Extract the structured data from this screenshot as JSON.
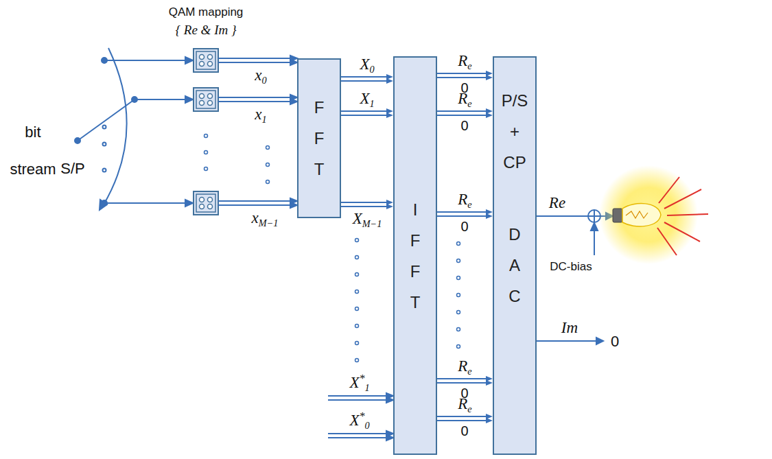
{
  "diagram": {
    "nodes": [
      {
        "text": [
          "F F T"
        ]
      },
      {
        "text": [
          "I F F T"
        ]
      },
      {
        "text": [
          "P/S + CP",
          "D A C"
        ]
      }
    ],
    "edges": [
      {
        "from": 0,
        "to": 1,
        "arrow": "to",
        "label": "X0"
      },
      {
        "from": 0,
        "to": 1,
        "arrow": "to",
        "label": "X1"
      },
      {
        "from": 0,
        "to": 1,
        "arrow": "to",
        "label": "XM−1"
      },
      {
        "from": 1,
        "to": 2,
        "arrow": "to",
        "label": "Re"
      },
      {
        "from": 1,
        "to": 2,
        "arrow": "to",
        "label": "Re"
      },
      {
        "from": 1,
        "to": 2,
        "arrow": "to",
        "label": "Re"
      },
      {
        "from": 1,
        "to": 2,
        "arrow": "to",
        "label": "Re"
      },
      {
        "from": 1,
        "to": 2,
        "arrow": "to",
        "label": "Re"
      }
    ],
    "labels": [
      "QAM mapping",
      "{ Re & Im }",
      "bit stream",
      "S/P",
      "x0",
      "x1",
      "xM−1",
      "X*1",
      "X*0",
      "0",
      "0",
      "0",
      "0",
      "0",
      "Re",
      "DC-bias",
      "Im",
      "0"
    ]
  }
}
